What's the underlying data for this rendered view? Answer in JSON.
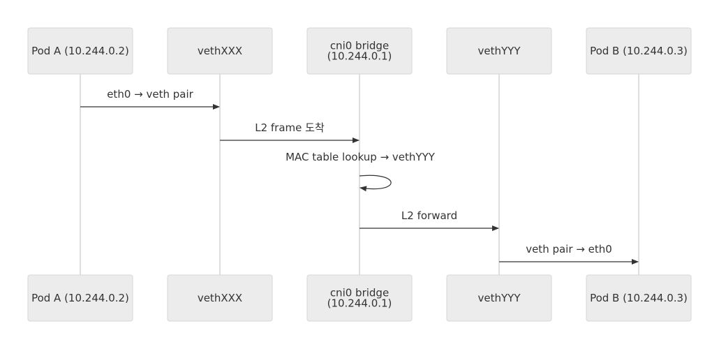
{
  "participants": [
    {
      "id": "pod_a",
      "lines": [
        "Pod A (10.244.0.2)"
      ]
    },
    {
      "id": "veth_xxx",
      "lines": [
        "vethXXX"
      ]
    },
    {
      "id": "cni0",
      "lines": [
        "cni0 bridge",
        "(10.244.0.1)"
      ]
    },
    {
      "id": "veth_yyy",
      "lines": [
        "vethYYY"
      ]
    },
    {
      "id": "pod_b",
      "lines": [
        "Pod B (10.244.0.3)"
      ]
    }
  ],
  "messages": [
    {
      "from": 0,
      "to": 1,
      "label": "eth0 → veth pair"
    },
    {
      "from": 1,
      "to": 2,
      "label": "L2 frame 도착"
    },
    {
      "from": 2,
      "to": 2,
      "label": "MAC table lookup → vethYYY"
    },
    {
      "from": 2,
      "to": 3,
      "label": "L2 forward"
    },
    {
      "from": 3,
      "to": 4,
      "label": "veth pair → eth0"
    }
  ]
}
